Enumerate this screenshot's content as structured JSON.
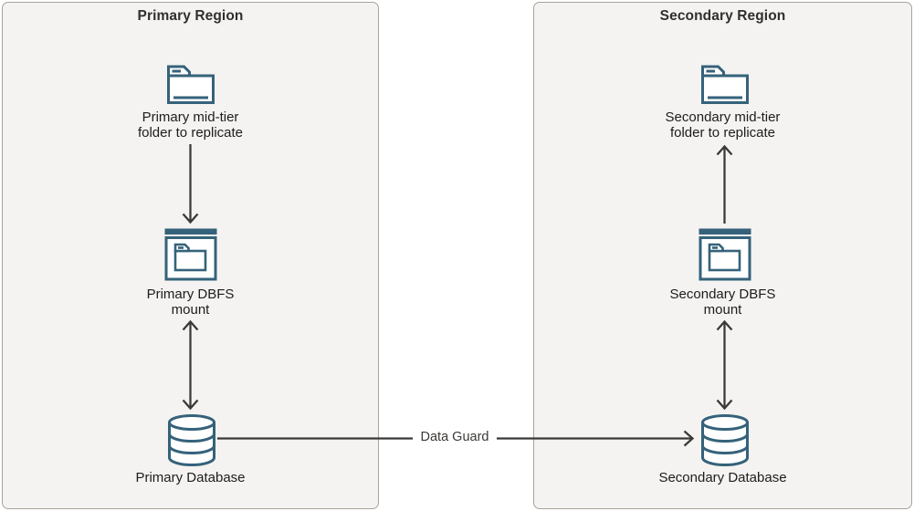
{
  "diagram": {
    "regions": [
      {
        "title": "Primary Region",
        "folder_label": "Primary mid-tier\nfolder to replicate",
        "dbfs_label": "Primary DBFS\nmount",
        "db_label": "Primary Database"
      },
      {
        "title": "Secondary Region",
        "folder_label": "Secondary mid-tier\nfolder to replicate",
        "dbfs_label": "Secondary DBFS\nmount",
        "db_label": "Secondary Database"
      }
    ],
    "connector_label": "Data Guard",
    "icon_names": [
      "folder-icon",
      "dbfs-window-folder-icon",
      "database-cylinder-icon"
    ],
    "colors": {
      "icon_stroke": "#35627a",
      "arrow": "#3a3937",
      "region_fill": "#f4f3f1",
      "region_border": "#a9a29b",
      "title_text": "#312e2b",
      "label_text": "#1f1c1a"
    }
  }
}
